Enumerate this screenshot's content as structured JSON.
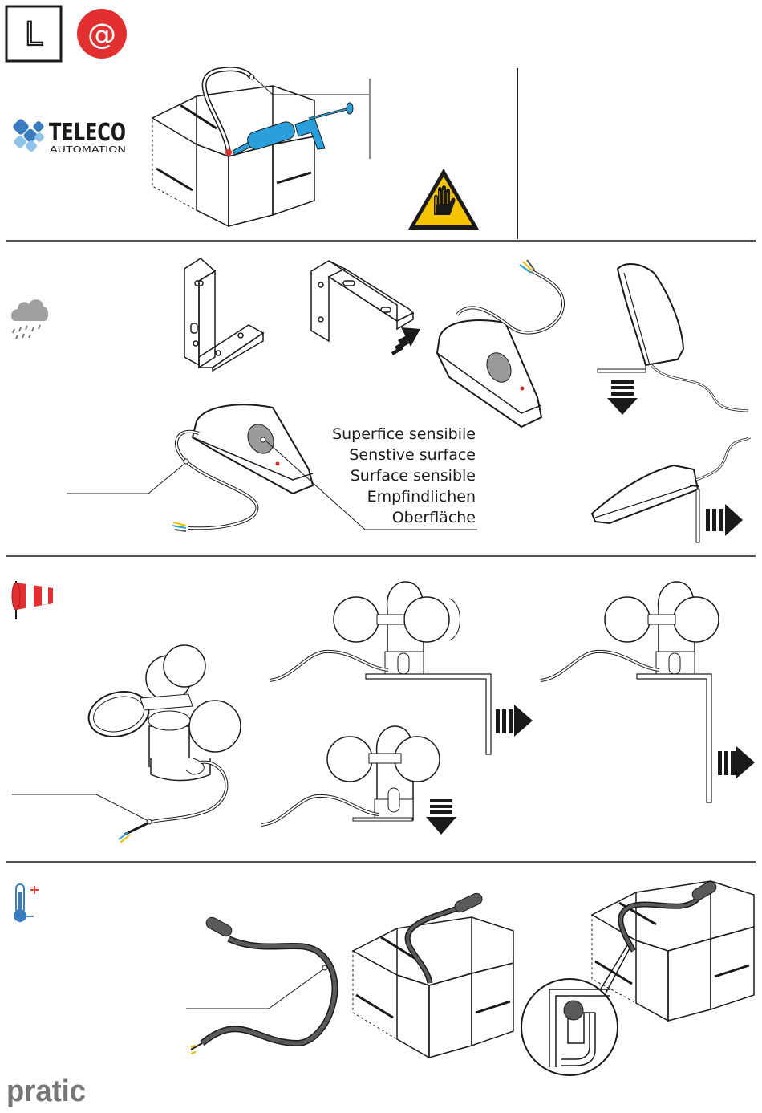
{
  "header": {
    "language_badge": "L",
    "at_badge": "@",
    "logo_name": "TELECO",
    "logo_sub": "AUTOMATION"
  },
  "sections": [
    {
      "id": "rain",
      "icon": "rain-cloud-icon"
    },
    {
      "id": "wind",
      "icon": "windsock-icon"
    },
    {
      "id": "temperature",
      "icon": "thermometer-icon"
    }
  ],
  "sensitive_surface_labels": [
    "Superfice sensibile",
    "Senstive surface",
    "Surface sensible",
    "Empfindlichen",
    "Oberfläche"
  ],
  "thermo_signs": {
    "plus": "+",
    "minus": "−"
  },
  "footer": {
    "brand": "pratic"
  },
  "colors": {
    "accent_red": "#e1302f",
    "warning_yellow": "#f4c400",
    "gun_blue": "#2b9fd9",
    "logo_blue": "#3a7cc0",
    "logo_blue_light": "#8ec3ea",
    "sensor_gray": "#9a9a9a"
  }
}
